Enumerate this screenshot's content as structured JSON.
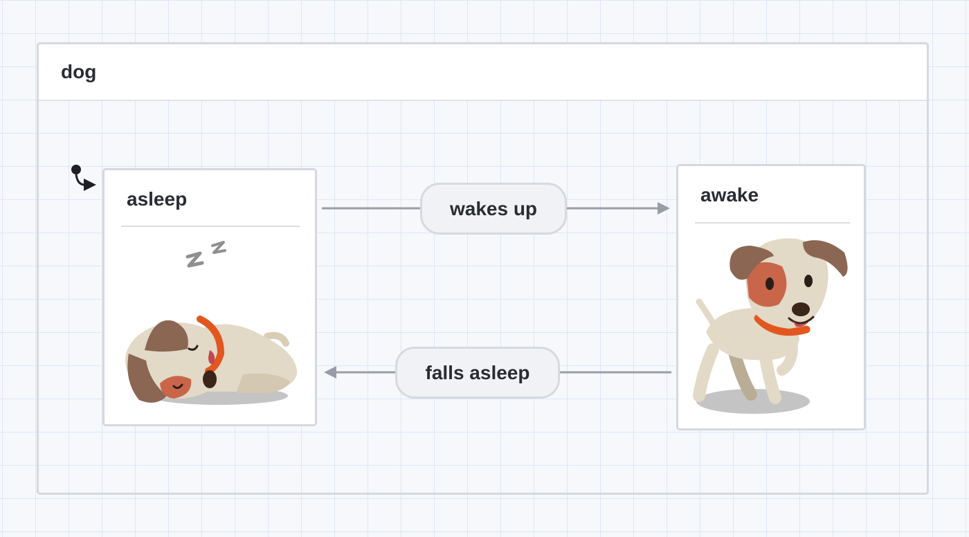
{
  "machine": {
    "title": "dog"
  },
  "states": {
    "asleep": {
      "label": "asleep",
      "illustration": "sleeping-dog",
      "initial": true
    },
    "awake": {
      "label": "awake",
      "illustration": "standing-dog"
    }
  },
  "transitions": [
    {
      "event": "wakes up",
      "from": "asleep",
      "to": "awake"
    },
    {
      "event": "falls asleep",
      "from": "awake",
      "to": "asleep"
    }
  ],
  "colors": {
    "edge": "#9a9ca7",
    "dog_body": "#e2d9c7",
    "dog_ear": "#8b6652",
    "dog_patch": "#c9664a",
    "collar": "#e2571f"
  }
}
